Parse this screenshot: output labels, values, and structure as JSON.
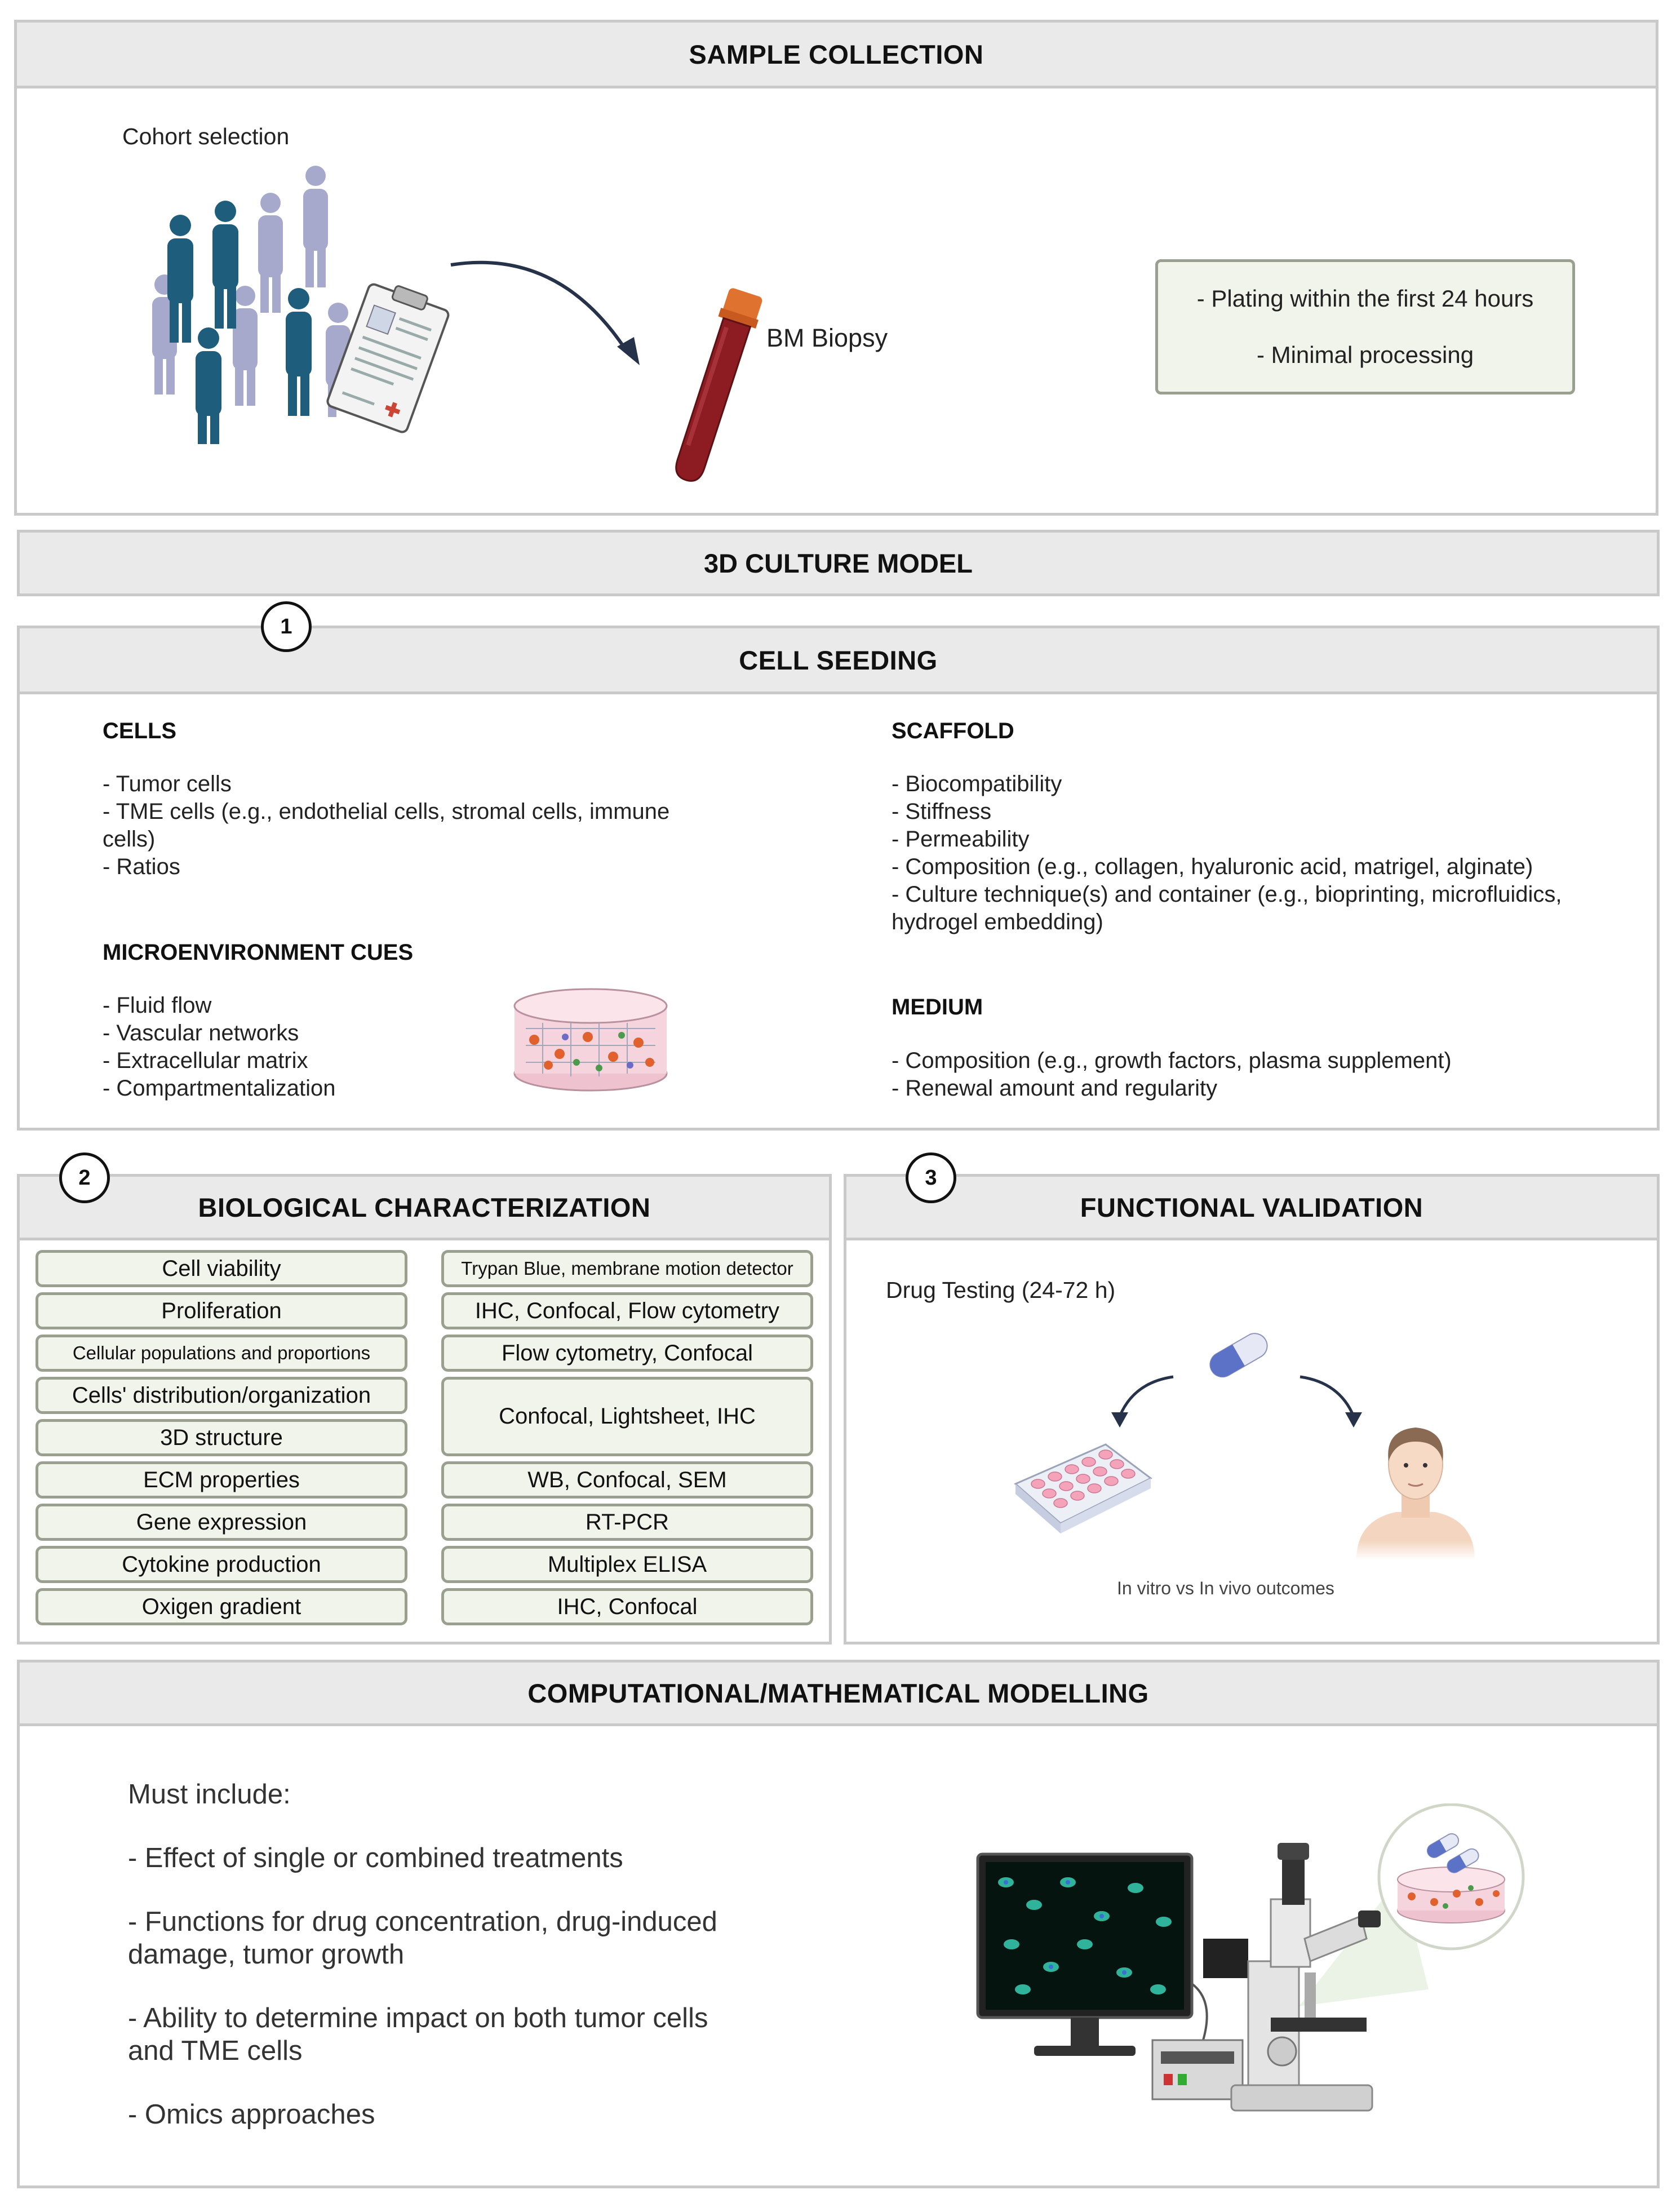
{
  "sample_collection": {
    "title": "SAMPLE COLLECTION",
    "cohort_label": "Cohort selection",
    "biopsy_label": "BM Biopsy",
    "notes": [
      "- Plating within the first 24 hours",
      "- Minimal processing"
    ]
  },
  "culture_model": {
    "title": "3D CULTURE MODEL"
  },
  "cell_seeding": {
    "step": "1",
    "title": "CELL SEEDING",
    "cells": {
      "heading": "CELLS",
      "items": [
        "- Tumor cells",
        "- TME cells (e.g., endothelial cells, stromal cells, immune",
        "cells)",
        "- Ratios"
      ]
    },
    "micro": {
      "heading": "MICROENVIRONMENT CUES",
      "items": [
        "- Fluid flow",
        "- Vascular networks",
        "- Extracellular matrix",
        "- Compartmentalization"
      ]
    },
    "scaffold": {
      "heading": "SCAFFOLD",
      "items": [
        "- Biocompatibility",
        "- Stiffness",
        "- Permeability",
        "- Composition (e.g., collagen, hyaluronic acid, matrigel, alginate)",
        "- Culture technique(s) and container (e.g., bioprinting, microfluidics,",
        "hydrogel embedding)"
      ]
    },
    "medium": {
      "heading": "MEDIUM",
      "items": [
        "- Composition (e.g., growth factors, plasma supplement)",
        "- Renewal amount and regularity"
      ]
    }
  },
  "bio_char": {
    "step": "2",
    "title": "BIOLOGICAL CHARACTERIZATION",
    "left": [
      "Cell viability",
      "Proliferation",
      "Cellular populations and proportions",
      "Cells' distribution/organization",
      "3D structure",
      "ECM properties",
      "Gene expression",
      "Cytokine production",
      "Oxigen gradient"
    ],
    "right": [
      "Trypan Blue, membrane motion detector",
      "IHC, Confocal, Flow cytometry",
      "Flow cytometry, Confocal",
      "Confocal, Lightsheet, IHC",
      "WB, Confocal, SEM",
      "RT-PCR",
      "Multiplex ELISA",
      "IHC, Confocal"
    ]
  },
  "functional": {
    "step": "3",
    "title": "FUNCTIONAL VALIDATION",
    "drug_label": "Drug Testing (24-72 h)",
    "outcome_label": "In vitro vs In vivo outcomes"
  },
  "modelling": {
    "title": "COMPUTATIONAL/MATHEMATICAL MODELLING",
    "intro": "Must include:",
    "items": [
      {
        "l1": "- Effect of single or combined treatments",
        "l2": ""
      },
      {
        "l1": "- Functions for drug concentration, drug-induced",
        "l2": "damage, tumor growth"
      },
      {
        "l1": "- Ability to determine impact on both tumor cells",
        "l2": "and TME cells"
      },
      {
        "l1": "- Omics approaches",
        "l2": ""
      }
    ]
  },
  "colors": {
    "header_bg": "#eaeaea",
    "border": "#c9c9c9",
    "pill_bg": "#f1f4eb",
    "pill_border": "#9aa090",
    "people_dark": "#1f5d7d",
    "people_light": "#a7a9cc",
    "blood": "#8d1c22"
  }
}
